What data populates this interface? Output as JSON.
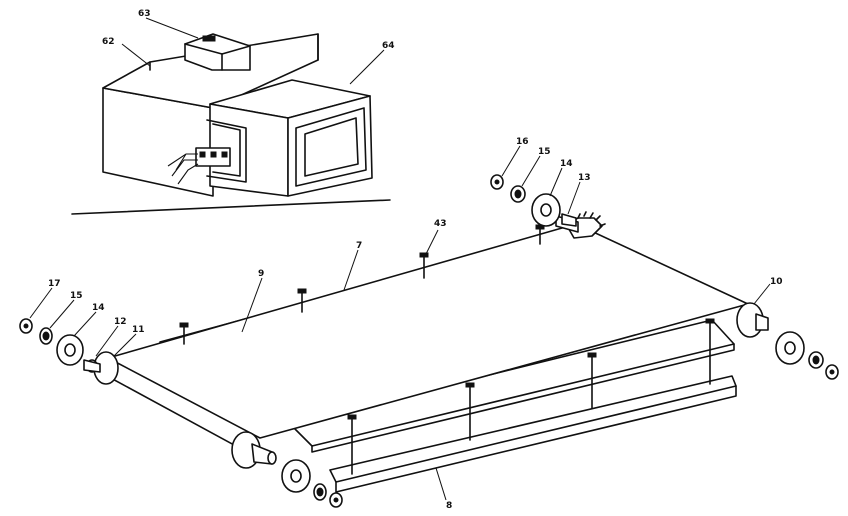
{
  "callouts": {
    "c62": "62",
    "c63": "63",
    "c64": "64",
    "c43": "43",
    "c7": "7",
    "c9": "9",
    "c16": "16",
    "c15_top": "15",
    "c14_top": "14",
    "c13": "13",
    "c10": "10",
    "c17": "17",
    "c15_left": "15",
    "c14_left": "14",
    "c12": "12",
    "c11": "11",
    "c8": "8"
  }
}
